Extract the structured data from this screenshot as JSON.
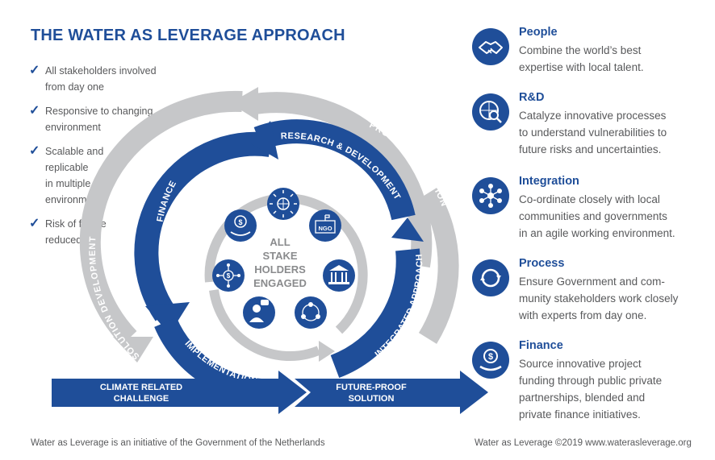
{
  "title": "THE WATER AS LEVERAGE APPROACH",
  "checklist": [
    "All stakeholders involved from day one",
    "Responsive to changing\nenvironment",
    "Scalable and\nreplicable\nin multiple\nenvironments",
    "Risk of failure\nreduced"
  ],
  "diagram": {
    "outer_left": "SOLUTION DEVELOPMENT",
    "outer_right": "PROBLEM DEFINITION",
    "mid_finance": "FINANCE",
    "mid_research": "RESEARCH & DEVELOPMENT",
    "mid_integrated": "INTEGRATED APPROACH",
    "mid_implementation": "IMPLEMENTATION",
    "center_label": [
      "ALL",
      "STAKE",
      "HOLDERS",
      "ENGAGED"
    ],
    "ngo_label": "NGO",
    "bottom_left": [
      "CLIMATE RELATED",
      "CHALLENGE"
    ],
    "bottom_right": [
      "FUTURE-PROOF",
      "SOLUTION"
    ]
  },
  "pillars": [
    {
      "title": "People",
      "text": "Combine the world’s best\nexpertise with local talent.",
      "icon": "handshake-icon"
    },
    {
      "title": "R&D",
      "text": "Catalyze innovative processes\nto understand vulnerabilities to\nfuture risks and uncertainties.",
      "icon": "globe-search-icon"
    },
    {
      "title": "Integration",
      "text": "Co-ordinate closely with local\ncommunities and governments\nin an agile working environment.",
      "icon": "network-icon"
    },
    {
      "title": "Process",
      "text": "Ensure Government and com-\nmunity stakeholders work closely\nwith experts from day one.",
      "icon": "cycle-icon"
    },
    {
      "title": "Finance",
      "text": "Source innovative project\nfunding through public private\npartnerships, blended and\nprivate finance initiatives.",
      "icon": "money-hand-icon"
    }
  ],
  "footer_left": "Water as Leverage is an initiative of the Government of the Netherlands",
  "footer_right": "Water as Leverage ©2019 www.waterasleverage.org",
  "colors": {
    "blue": "#1f4e99",
    "grey": "#c6c7c9",
    "text": "#58595b"
  }
}
